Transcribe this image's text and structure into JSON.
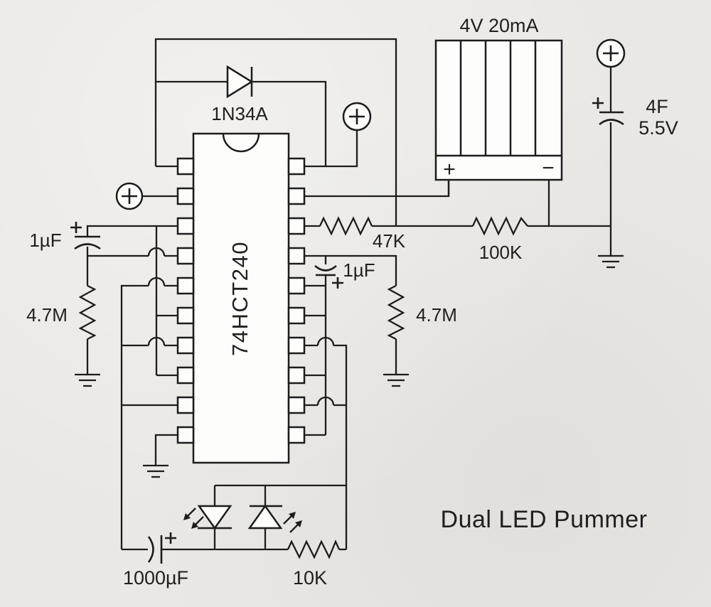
{
  "title": "Dual LED Pummer",
  "ic": {
    "part_number": "74HCT240"
  },
  "diode": {
    "part_number": "1N34A"
  },
  "solar_panel": {
    "rating": "4V 20mA",
    "plus": "+",
    "minus": "−"
  },
  "storage_capacitor": {
    "capacitance": "4F",
    "voltage": "5.5V"
  },
  "resistors": {
    "feed_47k": "47K",
    "trickle_100k": "100K",
    "left_4_7m": "4.7M",
    "right_4_7m": "4.7M",
    "led_10k": "10K"
  },
  "capacitors": {
    "left_1uf": "1µF",
    "right_1uf": "1µF",
    "bulk_1000uf": "1000µF"
  }
}
